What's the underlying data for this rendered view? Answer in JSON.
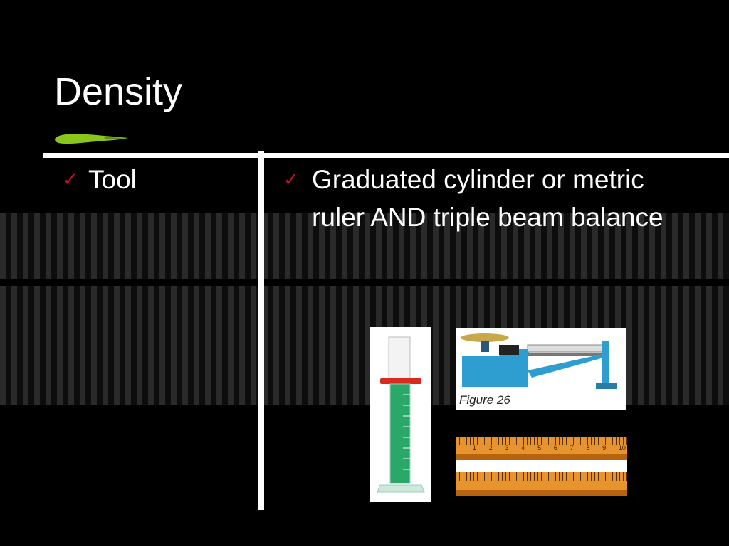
{
  "slide": {
    "title": "Density",
    "left": {
      "bullet": "Tool"
    },
    "right": {
      "bullet": "Graduated cylinder or metric ruler AND triple beam balance"
    }
  },
  "images": {
    "balance_caption": "Figure 26",
    "ruler_numbers": [
      "1",
      "2",
      "3",
      "4",
      "5",
      "6",
      "7",
      "8",
      "9",
      "10"
    ]
  },
  "colors": {
    "background": "#000000",
    "accent_brush": "#8ac61c",
    "check": "#c0121b"
  },
  "icons": {
    "bullet": "checkmark-icon"
  }
}
